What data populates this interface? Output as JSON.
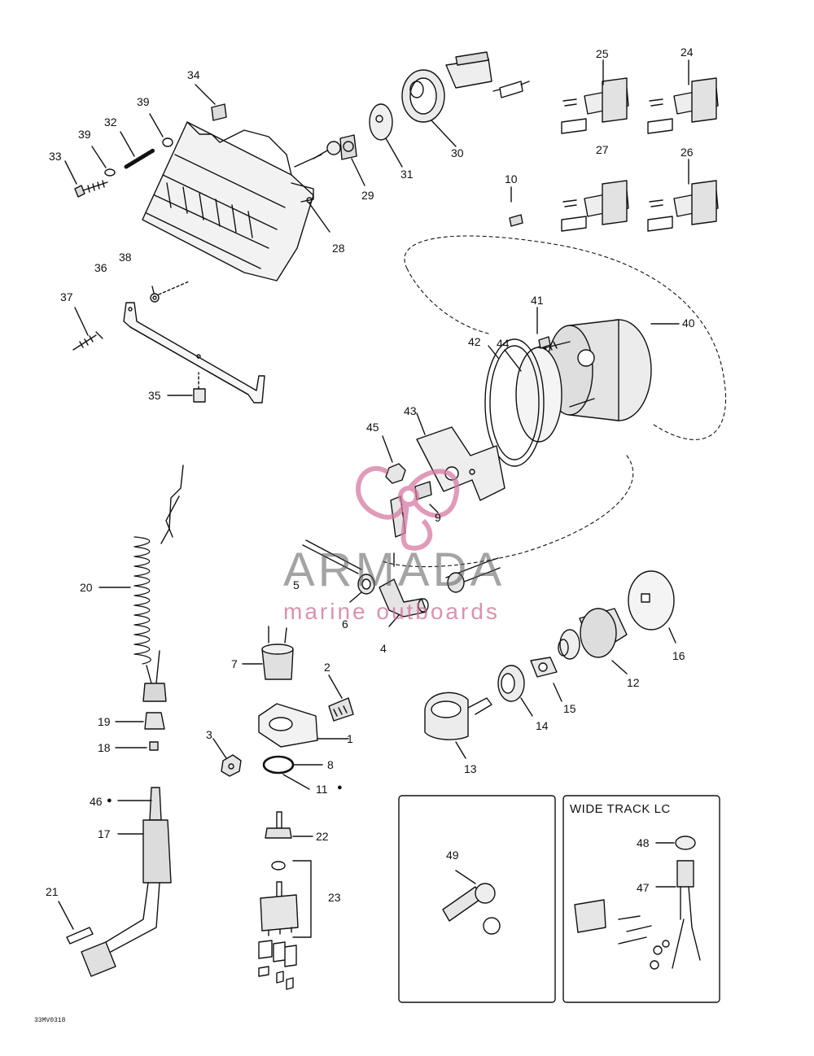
{
  "diagram": {
    "code": "33MV0318",
    "inset_title": "WIDE TRACK LC",
    "watermark": {
      "brand": "ARMADA",
      "tagline": "marine outboards",
      "brand_color": "#d77aa3"
    },
    "callouts": {
      "c1": "1",
      "c2": "2",
      "c3": "3",
      "c4": "4",
      "c5": "5",
      "c6": "6",
      "c7": "7",
      "c8": "8",
      "c9": "9",
      "c10": "10",
      "c11": "11",
      "c12": "12",
      "c13": "13",
      "c14": "14",
      "c15": "15",
      "c16": "16",
      "c17": "17",
      "c18": "18",
      "c19": "19",
      "c20": "20",
      "c21": "21",
      "c22": "22",
      "c23": "23",
      "c24": "24",
      "c25": "25",
      "c26": "26",
      "c27": "27",
      "c28": "28",
      "c29": "29",
      "c30": "30",
      "c31": "31",
      "c32": "32",
      "c33": "33",
      "c34": "34",
      "c35": "35",
      "c36": "36",
      "c37": "37",
      "c38": "38",
      "c39a": "39",
      "c39b": "39",
      "c40": "40",
      "c41": "41",
      "c42": "42",
      "c43": "43",
      "c44": "44",
      "c45": "45",
      "c46": "46",
      "c47": "47",
      "c48": "48",
      "c49": "49"
    }
  }
}
